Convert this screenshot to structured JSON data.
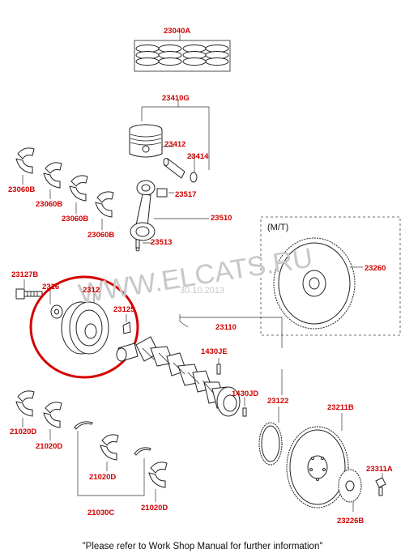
{
  "labels": {
    "piston_ring_set": "23040A",
    "piston_assy": "23410G",
    "piston": "23412",
    "snap_ring": "23414",
    "bushing": "23517",
    "connecting_rod": "23510",
    "rod_bolt": "23513",
    "bearing_1": "23060B",
    "bearing_2": "23060B",
    "bearing_3": "23060B",
    "bearing_4": "23060B",
    "flywheel_mt_note": "(M/T)",
    "flywheel": "23260",
    "pulley_bolt": "23127B",
    "washer": "2316",
    "pulley": "2312",
    "key": "23125",
    "crankshaft": "23110",
    "plug_1": "1430JE",
    "plug_2": "1430JD",
    "gear_ring": "23122",
    "drive_plate": "23211B",
    "drive_bolt": "23311A",
    "adapter_plate": "23226B",
    "main_bearing_1": "21020D",
    "main_bearing_2": "21020D",
    "main_bearing_3": "21020D",
    "thrust_bearing": "21030C",
    "main_bearing_4": "21020D"
  },
  "watermark": {
    "site": "WWW.ELCATS.RU",
    "date": "30.10.2013"
  },
  "footer": "\"Please refer to Work Shop Manual for further information\"",
  "colors": {
    "label": "#d10000",
    "highlight_circle": "#d40000",
    "line": "#222222"
  }
}
